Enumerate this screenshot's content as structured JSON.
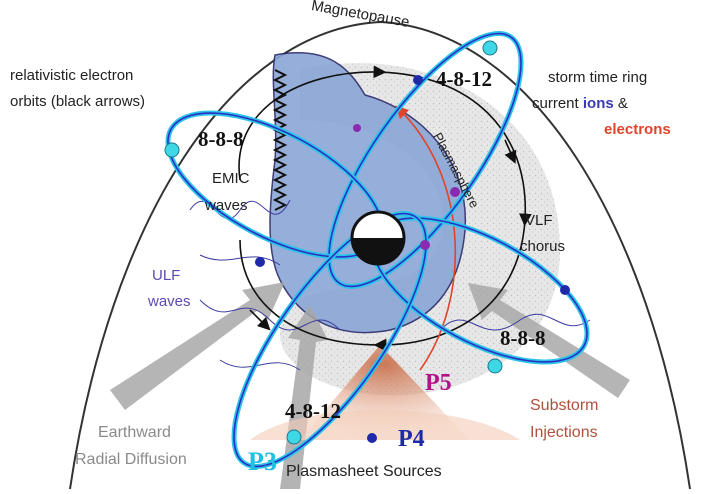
{
  "labels": {
    "magnetopause": "Magnetopause",
    "plasmasphere": "Plasmasphere",
    "rel_line1": "relativistic electron",
    "rel_line2": "orbits (black arrows)",
    "storm_line1": "storm time ring",
    "storm_line2_prefix": "current ",
    "storm_line2_ions": "ions",
    "storm_line2_amp": " &",
    "storm_line3": "electrons",
    "emic_line1": "EMIC",
    "emic_line2": "waves",
    "ulf_line1": "ULF",
    "ulf_line2": "waves",
    "vlf_line1": "VLF",
    "vlf_line2": "chorus",
    "earthward_line1": "Earthward",
    "earthward_line2": "Radial Diffusion",
    "substorm_line1": "Substorm",
    "substorm_line2": "Injections",
    "plasmasheet": "Plasmasheet Sources"
  },
  "orbits": {
    "apogee_top_right": "4-8-12",
    "apogee_top_left": "8-8-8",
    "apogee_right": "8-8-8",
    "apogee_bottom": "4-8-12"
  },
  "probes": {
    "p3": "P3",
    "p4": "P4",
    "p5": "P5"
  },
  "colors": {
    "orbit_cyan": "#29c4e8",
    "orbit_blue": "#2b2fc4",
    "probe_p3": "#22c0e0",
    "probe_p4": "#1f2aa8",
    "probe_p5": "#b0148c",
    "ions": "#3a3ab8",
    "electrons": "#e0442a",
    "substorm": "#b0503c",
    "plasmasphere_fill": "#8aa6d6",
    "earthward_text": "#8a8a8a",
    "ulf_text": "#5a4ab0"
  }
}
